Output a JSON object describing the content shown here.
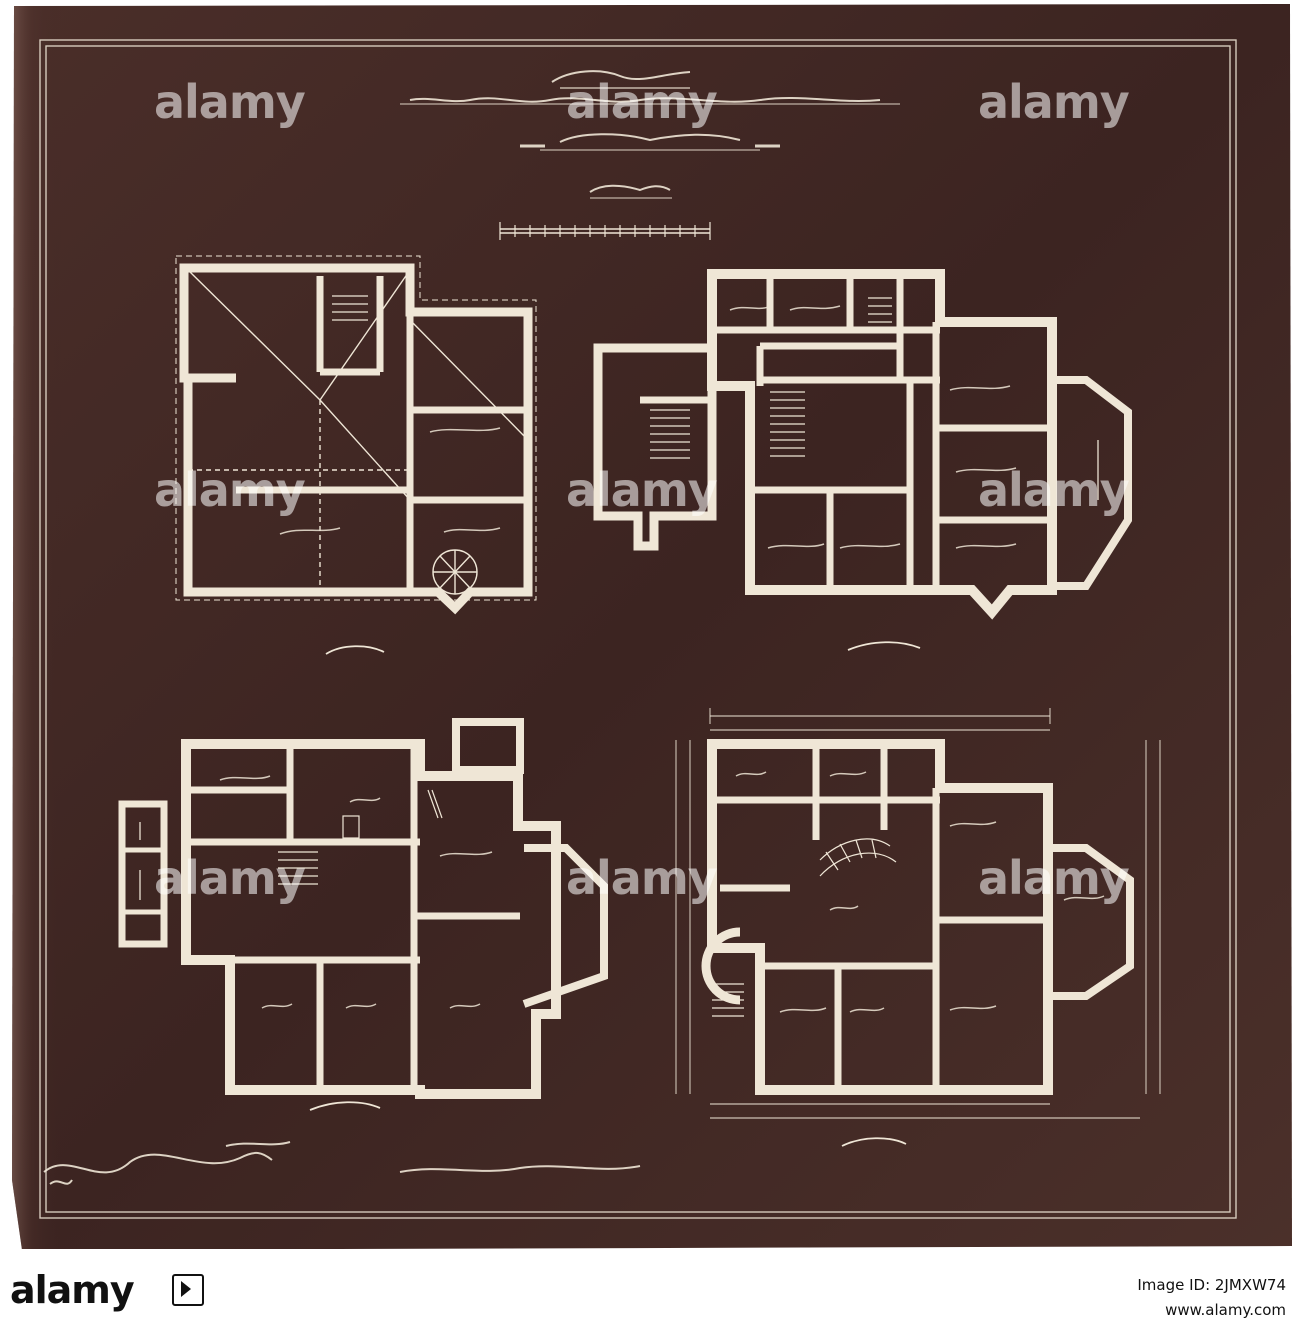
{
  "watermark": {
    "brand": "alamy"
  },
  "footer": {
    "brand": "alamy",
    "image_id_label": "Image ID: 2JMXW74",
    "site": "www.alamy.com"
  },
  "colors": {
    "sheet": "#3e2623",
    "ink": "#efe6d6",
    "footer_bg": "#ffffff",
    "footer_text": "#111111"
  }
}
